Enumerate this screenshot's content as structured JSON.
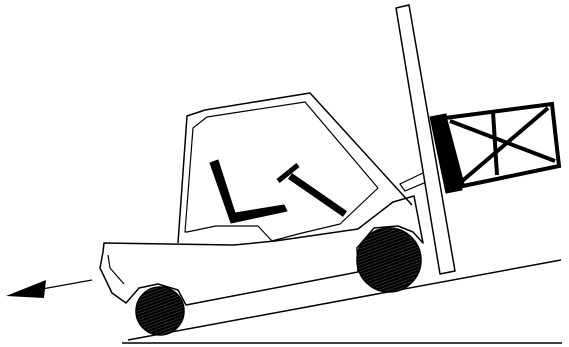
{
  "figure": {
    "background": "#ffffff",
    "ink": "#000000",
    "elements": [
      "ground-line",
      "incline-ramp",
      "forklift-body",
      "forklift-cab",
      "steering-wheel",
      "seat",
      "rear-wheel",
      "front-wheel",
      "mast",
      "carriage",
      "load-crate",
      "direction-arrow"
    ]
  }
}
